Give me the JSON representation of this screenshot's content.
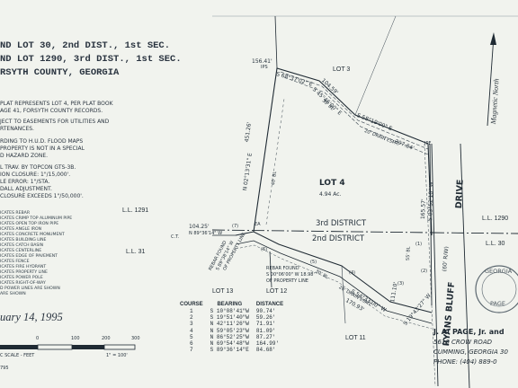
{
  "header": {
    "line1": "ND LOT 30, 2nd DIST., 1st SEC.",
    "line2": "ND LOT 1290, 3rd DIST., 1st SEC.",
    "line3": "RSYTH COUNTY, GEORGIA"
  },
  "notes": [
    "PLAT REPRESENTS LOT 4, PER PLAT BOOK",
    "AGE 41, FORSYTH COUNTY RECORDS.",
    "JECT TO EASEMENTS FOR UTILITIES AND",
    "RTENANCES.",
    "RDING TO H.U.D. FLOOD MAPS",
    "PROPERTY IS NOT IN A SPECIAL",
    "D HAZARD ZONE.",
    "L TRAV. BY TOPCON GTS-3B.",
    "ION CLOSURE: 1\"/15,000'.",
    "LE ERROR: 1\"/STA.",
    "DALL ADJUSTMENT.",
    "CLOSURE EXCEEDS 1\"/50,000'."
  ],
  "legend": [
    "ICATES REBAR",
    "ICATES CRIMP TOP ALUMINUM PIPE",
    "ICATES OPEN TOP IRON PIPE",
    "ICATES ANGLE IRON",
    "ICATES CONCRETE MONUMENT",
    "ICATES BUILDING LINE",
    "ICATES CATCH BASIN",
    "ICATES CENTERLINE",
    "ICATES EDGE OF PAVEMENT",
    "ICATES FENCE",
    "ICATES FIRE HYDRANT",
    "ICATES PROPERTY LINE",
    "ICATES POWER POLE",
    "ICATES RIGHT-OF-WAY",
    "D POWER LINES ARE SHOWN",
    "ARE SHOWN"
  ],
  "date": "uary 14, 1995",
  "scale": {
    "ticks": [
      "0",
      "100",
      "200",
      "300"
    ],
    "caption": "C SCALE - FEET",
    "ratio": "1\" = 100'",
    "job": "795"
  },
  "map": {
    "lot4": "LOT 4",
    "area": "4.94 Ac.",
    "lot3": "LOT 3",
    "lot13": "LOT 13",
    "lot12": "LOT 12",
    "lot11": "LOT 11",
    "ll1291": "L.L. 1291",
    "ll31": "L.L. 31",
    "ll1290": "L.L. 1290",
    "ll30": "L.L. 30",
    "district3": "3rd DISTRICT",
    "district2": "2nd DISTRICT",
    "road": "RYANS  BLUFF",
    "drive": "DRIVE",
    "row": "(60' R/W)",
    "magnetic": "Magnetic North",
    "west_bearing": "N 02°13'31\" E",
    "west_dist": "451.26'",
    "north_dist": "156.41'",
    "north_bearing": "S 68°37'02\" E",
    "ne1_dist": "104.59'",
    "ne1_bearing": "S 45°46'00\" E",
    "ne2_bearing": "S 58°19'00\" E",
    "ne2_dist": "307.84'",
    "east_dist": "165.57'",
    "east_bearing": "S 03°52'18\" W",
    "sw_dist": "104.25'",
    "se_dist": "111.10'",
    "se_bearing": "S 19°43'27\" W",
    "s54_bearing": "S 54°33'00\" W",
    "s54_dist": "170.93'",
    "bl40": "40' BL",
    "bl55": "55' BL",
    "bl30": "30' BL",
    "esmt_n": "20' DRAIN ESMT.",
    "esmt_s": "20' DRAIN ESMT.",
    "rebar_w": "REBAR FOUND",
    "rebar_w2": "S 89°38'14\" W",
    "rebar_w3": "OF PROPERTY LINE",
    "rebar_s": "REBAR FOUND",
    "rebar_s2": "S 00°06'00\" W  18.98'",
    "rebar_s3": "OF PROPERTY LINE",
    "bearing_w": "N 89°36'14\" W",
    "ipf": "IPS",
    "ct": "C.T.",
    "ea": "EA",
    "ipf2": "IPF",
    "course_labels": [
      "(1)",
      "(2)",
      "(3)",
      "(4)",
      "(5)",
      "(6)",
      "(7)"
    ]
  },
  "courses": {
    "headers": [
      "COURSE",
      "BEARING",
      "DISTANCE"
    ],
    "rows": [
      [
        "1",
        "S 10°08'41\"W",
        "90.74'"
      ],
      [
        "2",
        "S 19°51'40\"W",
        "59.26'"
      ],
      [
        "3",
        "N 42°11'26\"W",
        "71.91'"
      ],
      [
        "4",
        "N 59°05'23\"W",
        "81.09'"
      ],
      [
        "5",
        "N 86°52'25\"W",
        "87.27'"
      ],
      [
        "6",
        "N 69°54'48\"W",
        "164.99'"
      ],
      [
        "7",
        "S 89°36'14\"E",
        "84.68'"
      ]
    ]
  },
  "surveyor": {
    "name": "J. A. PAGE, Jr. and",
    "address": "5610 CROW ROAD",
    "city": "CUMMING, GEORGIA 30",
    "phone": "PHONE: (404) 889-0"
  },
  "seal": {
    "top": "GEORGIA",
    "bottom": "PAGE"
  },
  "colors": {
    "paper": "#f1f3ee",
    "ink": "#1f2a33",
    "backing": "#2f3a40"
  }
}
